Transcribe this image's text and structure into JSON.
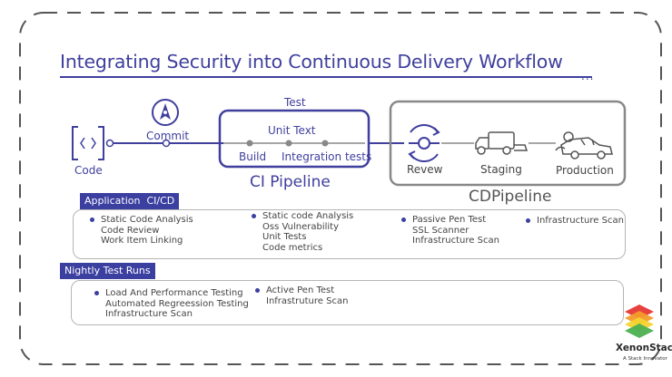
{
  "title": "Integrating Security into Continuous Delivery Workflow",
  "flow": {
    "code_label": "Code",
    "commit_label": "Commit",
    "test_label": "Test",
    "unit_text_label": "Unit Text",
    "build_label": "Build",
    "integration_label": "Integration tests",
    "ci_pipeline_label": "CI Pipeline",
    "review_label": "Revew",
    "staging_label": "Staging",
    "production_label": "Production",
    "cd_pipeline_label": "CDPipeline"
  },
  "sections": [
    {
      "badge_main": "Application",
      "badge_sub": "CI/CD",
      "columns": [
        [
          "Static Code Analysis",
          "Code Review",
          "Work Item Linking"
        ],
        [
          "Static code Analysis",
          "Oss Vulnerability",
          "Unit Tests",
          "Code metrics"
        ],
        [
          "Passive Pen Test",
          "SSL Scanner",
          "Infrastructure Scan"
        ],
        [
          "Infrastructure Scan"
        ]
      ]
    },
    {
      "badge_main": "Nightly Test Runs",
      "columns": [
        [
          "Load And Performance Testing",
          "Automated Regreession Testing",
          "Infrastructure Scan"
        ],
        [
          "Active Pen Test",
          "Infrastruture Scan"
        ]
      ]
    }
  ],
  "logo": {
    "name": "XenonStack",
    "tagline": "A Stack Innovator"
  },
  "colors": {
    "primary": "#3b3fa0",
    "border_dashed": "#555555",
    "panel_border": "#b5b5b5",
    "logo_red": "#e8423f",
    "logo_orange": "#f39c2b",
    "logo_yellow": "#f3d330",
    "logo_green": "#4caf50"
  }
}
